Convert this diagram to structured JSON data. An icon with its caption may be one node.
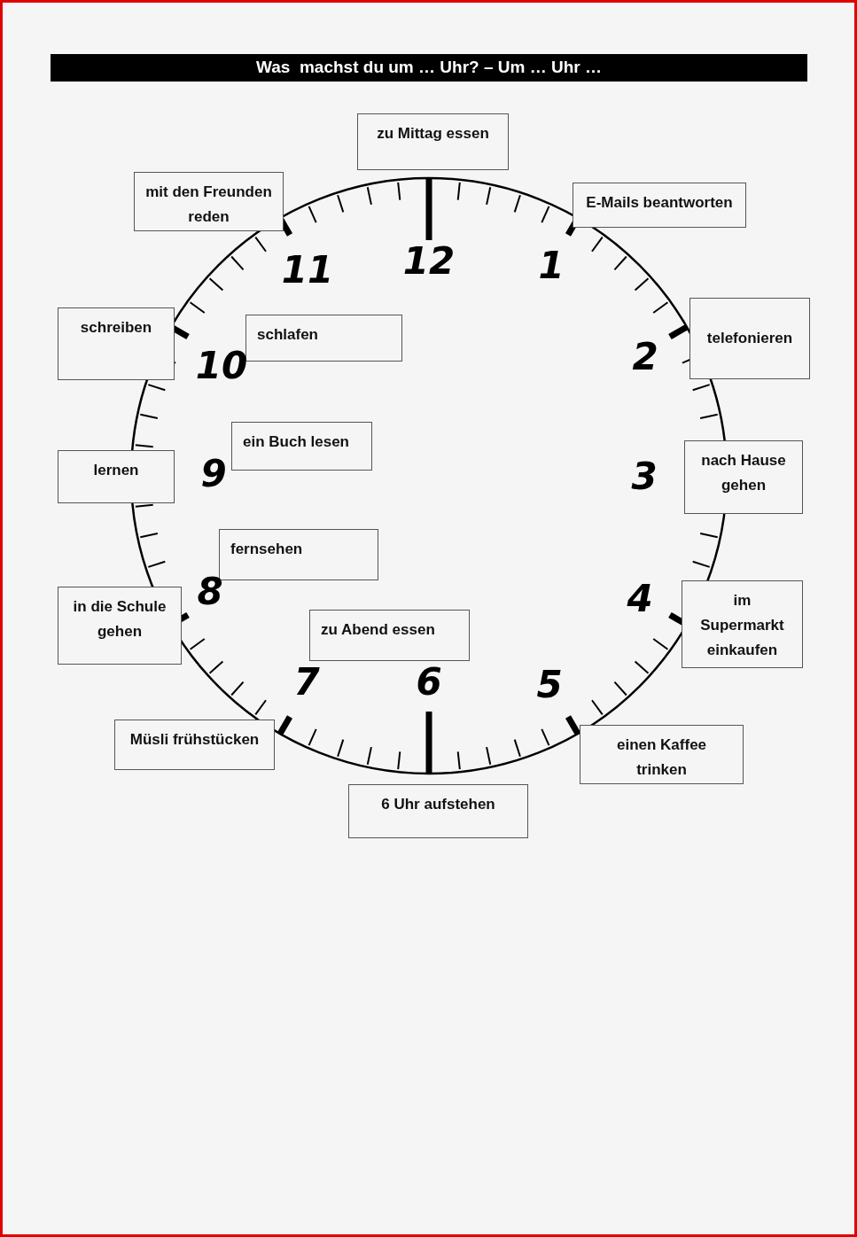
{
  "diagram": {
    "title": "Was  machst du um … Uhr? – Um … Uhr …",
    "nodes": [
      {
        "text": [
          "zu Mittag essen"
        ]
      },
      {
        "text": [
          "mit den Freunden reden"
        ]
      },
      {
        "text": [
          "E-Mails beantworten"
        ]
      },
      {
        "text": [
          "schreiben"
        ]
      },
      {
        "text": [
          "schlafen"
        ]
      },
      {
        "text": [
          "telefonieren"
        ]
      },
      {
        "text": [
          "ein Buch lesen"
        ]
      },
      {
        "text": [
          "lernen"
        ]
      },
      {
        "text": [
          "nach Hause gehen"
        ]
      },
      {
        "text": [
          "fernsehen"
        ]
      },
      {
        "text": [
          "in die Schule gehen"
        ]
      },
      {
        "text": [
          "im Supermarkt einkaufen"
        ]
      },
      {
        "text": [
          "zu Abend essen"
        ]
      },
      {
        "text": [
          "Müsli frühstücken"
        ]
      },
      {
        "text": [
          "einen Kaffee trinken"
        ]
      },
      {
        "text": [
          "6 Uhr aufstehen"
        ]
      }
    ],
    "labels": [
      "12",
      "1",
      "2",
      "3",
      "4",
      "5",
      "6",
      "7",
      "8",
      "9",
      "10",
      "11"
    ]
  }
}
